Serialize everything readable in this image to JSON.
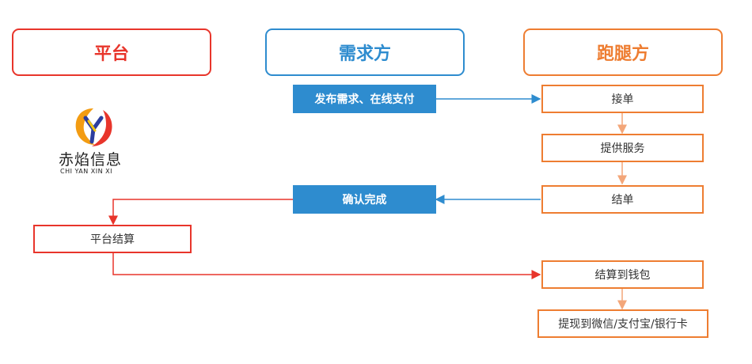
{
  "lanes": {
    "platform": "平台",
    "demand": "需求方",
    "runner": "跑腿方"
  },
  "logo": {
    "name": "赤焰信息",
    "subtitle": "CHI YAN XIN XI"
  },
  "steps": {
    "publish": "发布需求、在线支付",
    "accept": "接单",
    "service": "提供服务",
    "finish": "结单",
    "confirm": "确认完成",
    "settle": "平台结算",
    "to_wallet": "结算到钱包",
    "withdraw": "提现到微信/支付宝/银行卡"
  },
  "colors": {
    "platform": "#e8352b",
    "demand": "#2e8ccf",
    "runner": "#ee7d31",
    "runner_light": "#f3a679"
  }
}
